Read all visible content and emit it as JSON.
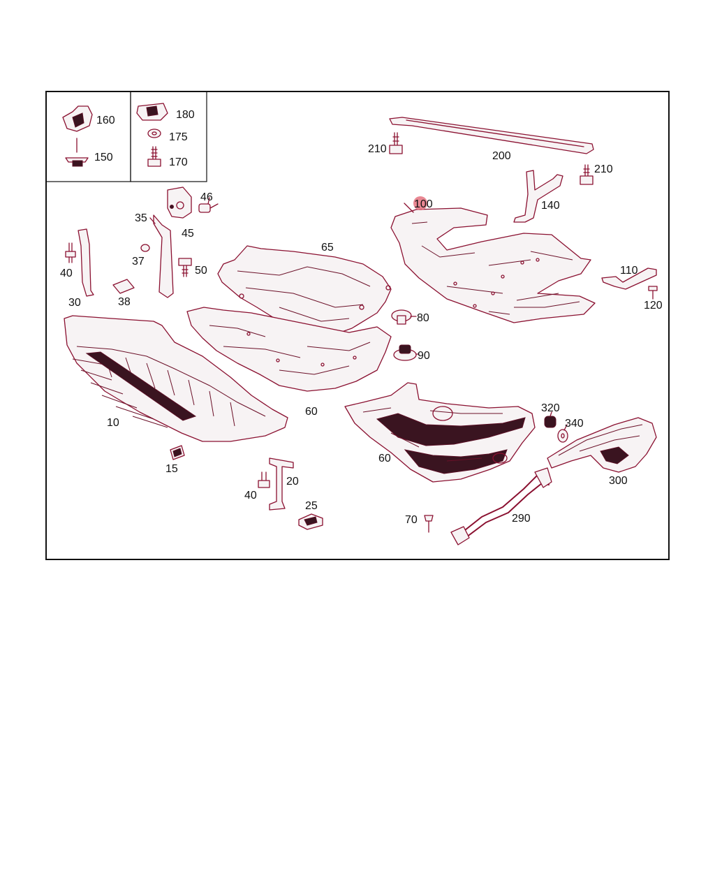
{
  "diagram": {
    "accent_color": "#8a1030",
    "highlight_color": "#e36a78",
    "callouts": [
      {
        "id": "c160",
        "label": "160"
      },
      {
        "id": "c150",
        "label": "150"
      },
      {
        "id": "c180",
        "label": "180"
      },
      {
        "id": "c175",
        "label": "175"
      },
      {
        "id": "c170",
        "label": "170"
      },
      {
        "id": "c210a",
        "label": "210"
      },
      {
        "id": "c200",
        "label": "200"
      },
      {
        "id": "c210b",
        "label": "210"
      },
      {
        "id": "c100",
        "label": "100",
        "highlighted": true
      },
      {
        "id": "c140",
        "label": "140"
      },
      {
        "id": "c46",
        "label": "46"
      },
      {
        "id": "c35",
        "label": "35"
      },
      {
        "id": "c45",
        "label": "45"
      },
      {
        "id": "c65",
        "label": "65"
      },
      {
        "id": "c37",
        "label": "37"
      },
      {
        "id": "c50",
        "label": "50"
      },
      {
        "id": "c40a",
        "label": "40"
      },
      {
        "id": "c30",
        "label": "30"
      },
      {
        "id": "c38",
        "label": "38"
      },
      {
        "id": "c110",
        "label": "110"
      },
      {
        "id": "c120",
        "label": "120"
      },
      {
        "id": "c80",
        "label": "80"
      },
      {
        "id": "c90",
        "label": "90"
      },
      {
        "id": "c10",
        "label": "10"
      },
      {
        "id": "c60a",
        "label": "60"
      },
      {
        "id": "c60b",
        "label": "60"
      },
      {
        "id": "c320",
        "label": "320"
      },
      {
        "id": "c340",
        "label": "340"
      },
      {
        "id": "c300",
        "label": "300"
      },
      {
        "id": "c15",
        "label": "15"
      },
      {
        "id": "c20",
        "label": "20"
      },
      {
        "id": "c40b",
        "label": "40"
      },
      {
        "id": "c25",
        "label": "25"
      },
      {
        "id": "c70",
        "label": "70"
      },
      {
        "id": "c290",
        "label": "290"
      }
    ]
  }
}
